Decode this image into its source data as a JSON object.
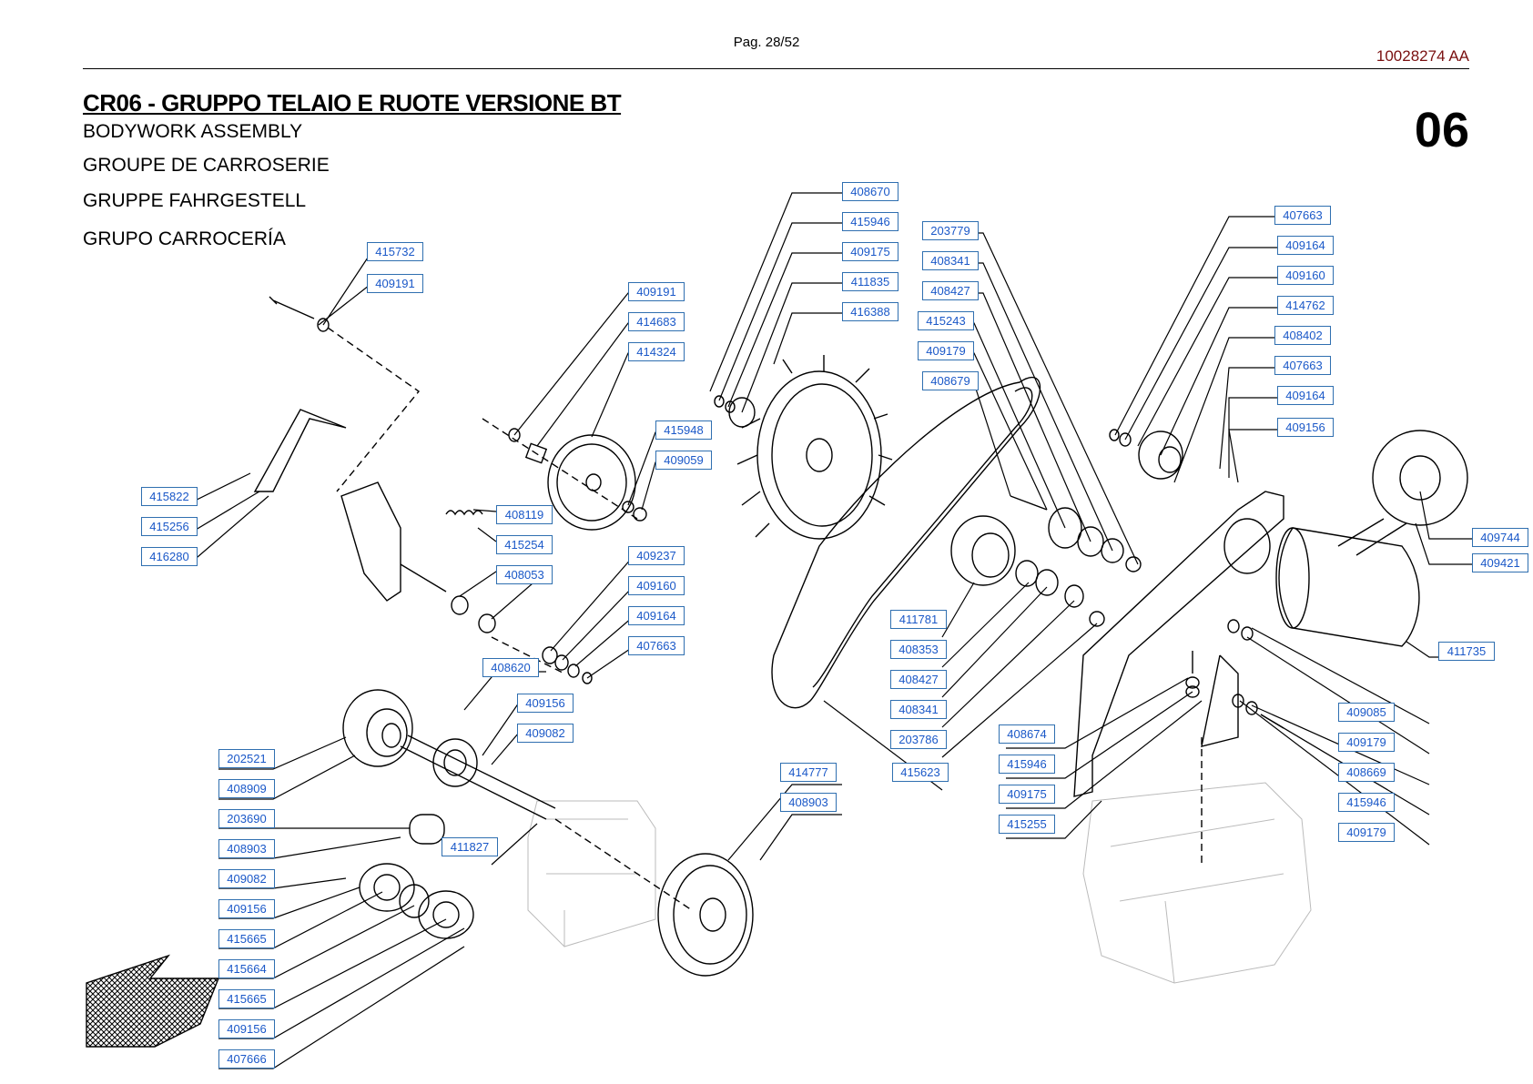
{
  "header": {
    "page_number": "Pag. 28/52",
    "doc_code": "10028274 AA",
    "section_number": "06"
  },
  "titles": {
    "main": "CR06 - GRUPPO TELAIO E RUOTE VERSIONE BT",
    "english": "BODYWORK ASSEMBLY",
    "french": "GROUPE DE CARROSERIE",
    "german": "GRUPPE FAHRGESTELL",
    "spanish": "GRUPO CARROCERÍA"
  },
  "callouts": [
    "415732",
    "409191",
    "415822",
    "415256",
    "416280",
    "409191",
    "414683",
    "414324",
    "415948",
    "409059",
    "408119",
    "415254",
    "408053",
    "409237",
    "409160",
    "409164",
    "407663",
    "408620",
    "409156",
    "409082",
    "202521",
    "408909",
    "203690",
    "408903",
    "409082",
    "409156",
    "415665",
    "415664",
    "415665",
    "409156",
    "407666",
    "411827",
    "414777",
    "408903",
    "408670",
    "415946",
    "409175",
    "411835",
    "416388",
    "203779",
    "408341",
    "408427",
    "415243",
    "409179",
    "408679",
    "411781",
    "408353",
    "408427",
    "408341",
    "203786",
    "415623",
    "408674",
    "415946",
    "409175",
    "415255",
    "407663",
    "409164",
    "409160",
    "414762",
    "408402",
    "407663",
    "409164",
    "409156",
    "409744",
    "409421",
    "411735",
    "409085",
    "409179",
    "408669",
    "415946",
    "409179"
  ]
}
